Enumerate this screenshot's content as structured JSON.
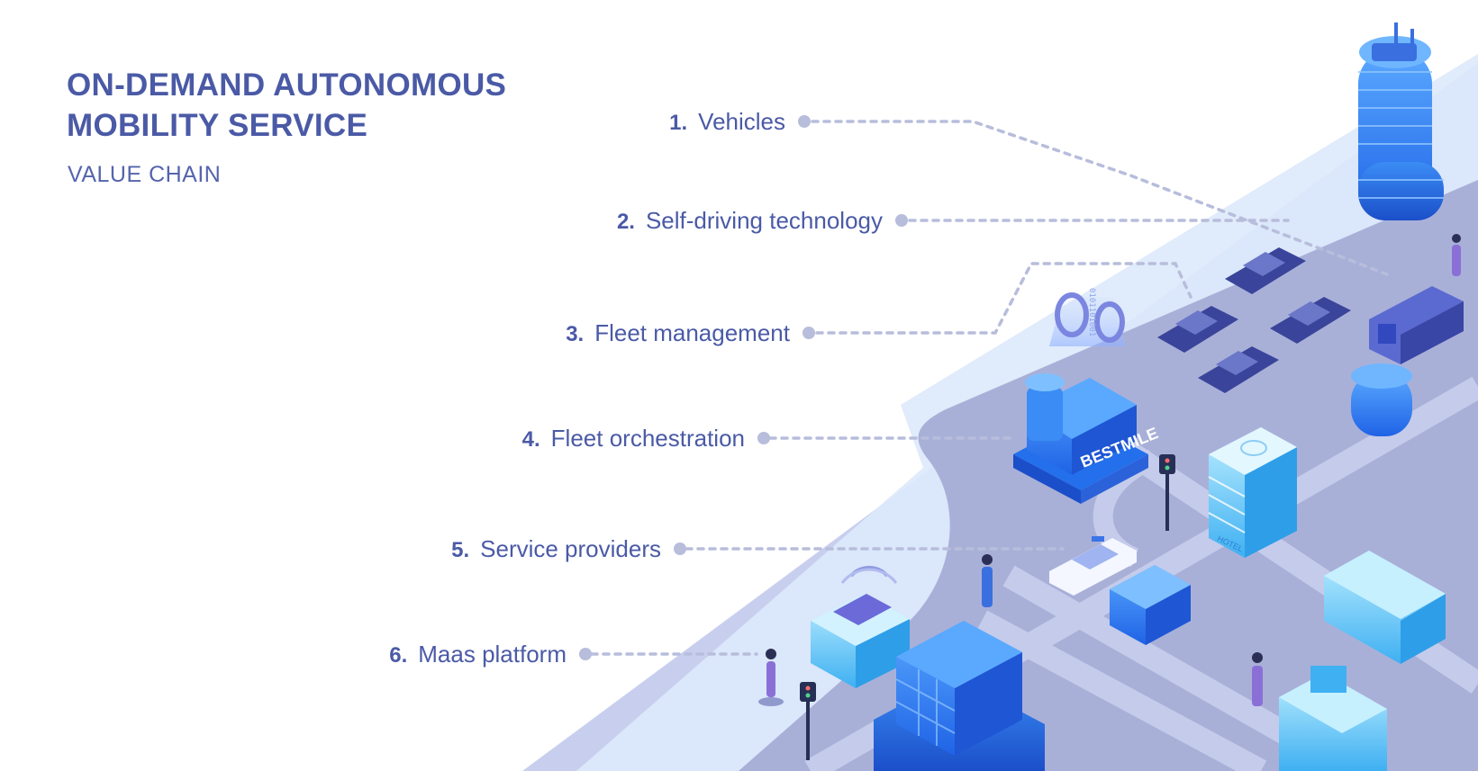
{
  "header": {
    "title_line1": "ON-DEMAND AUTONOMOUS",
    "title_line2": "MOBILITY SERVICE",
    "subtitle": "VALUE CHAIN"
  },
  "steps": [
    {
      "number": "1.",
      "label": "Vehicles"
    },
    {
      "number": "2.",
      "label": "Self-driving technology"
    },
    {
      "number": "3.",
      "label": "Fleet management"
    },
    {
      "number": "4.",
      "label": "Fleet orchestration"
    },
    {
      "number": "5.",
      "label": "Service providers"
    },
    {
      "number": "6.",
      "label": "Maas platform"
    }
  ],
  "illustration": {
    "building_sign": "BESTMILE",
    "hotel_sign": "HOTEL",
    "hologram_digits": "0101101001"
  },
  "colors": {
    "accent": "#4a5aa6",
    "connector": "#b7bddb",
    "ground": "#a9b0d8",
    "road": "#c5cbea",
    "river": "#dde9fb",
    "building": "#2b84f0",
    "vehicle": "#4a56a8"
  }
}
